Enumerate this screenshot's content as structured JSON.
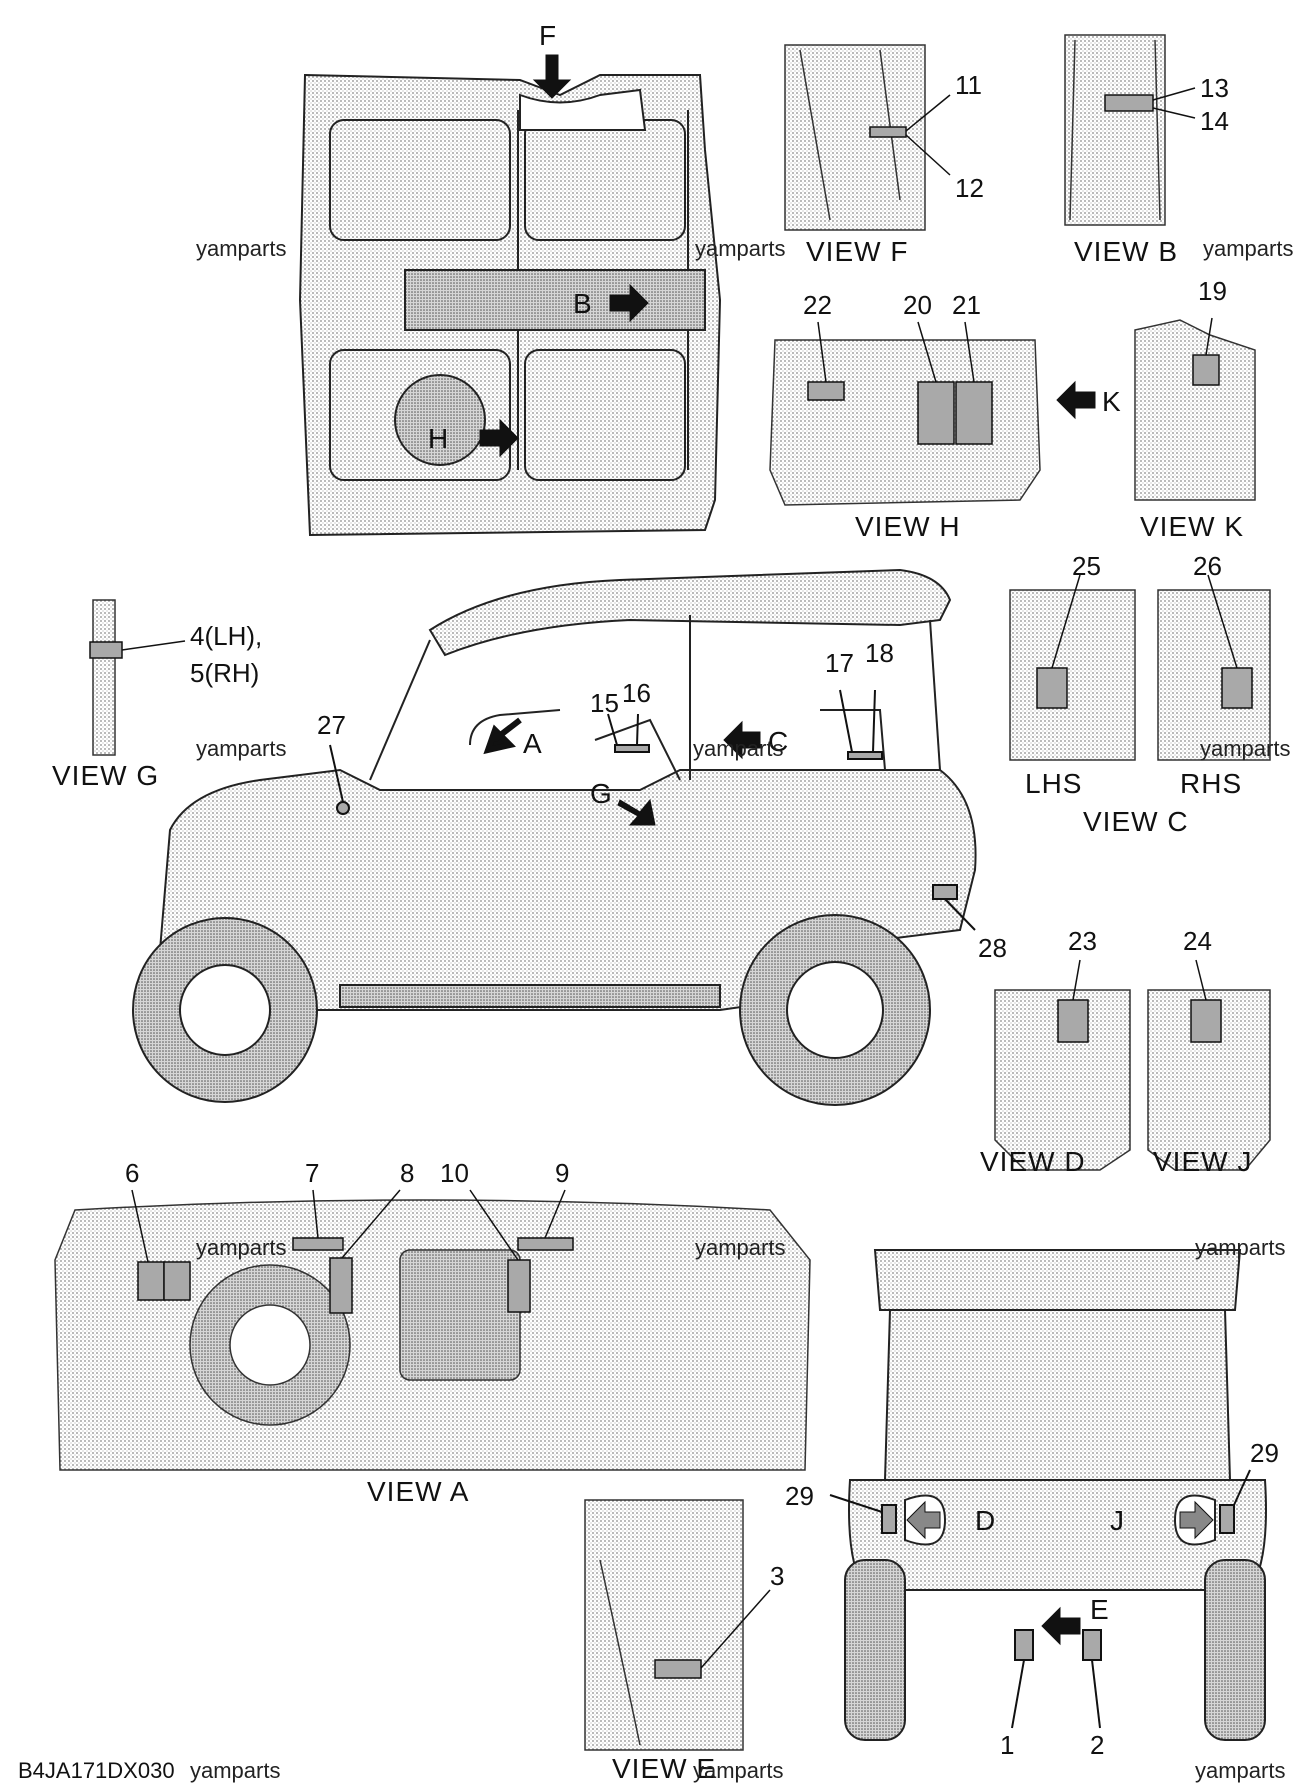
{
  "watermark": "yamparts",
  "diagram_code": "B4JA171DX030",
  "views": {
    "f": "VIEW F",
    "b": "VIEW B",
    "h": "VIEW H",
    "k": "VIEW K",
    "c": "VIEW C",
    "g": "VIEW G",
    "d": "VIEW D",
    "j": "VIEW J",
    "a": "VIEW A",
    "e": "VIEW E"
  },
  "sides": {
    "lhs": "LHS",
    "rhs": "RHS"
  },
  "arrow_letters": {
    "f": "F",
    "b": "B",
    "h": "H",
    "k": "K",
    "a": "A",
    "c": "C",
    "g": "G",
    "d": "D",
    "j": "J",
    "e": "E"
  },
  "callouts": {
    "n1": "1",
    "n2": "2",
    "n3": "3",
    "n4": "4(LH),",
    "n5": "5(RH)",
    "n6": "6",
    "n7": "7",
    "n8": "8",
    "n9": "9",
    "n10": "10",
    "n11": "11",
    "n12": "12",
    "n13": "13",
    "n14": "14",
    "n15": "15",
    "n16": "16",
    "n17": "17",
    "n18": "18",
    "n19": "19",
    "n20": "20",
    "n21": "21",
    "n22": "22",
    "n23": "23",
    "n24": "24",
    "n25": "25",
    "n26": "26",
    "n27": "27",
    "n28": "28",
    "n29a": "29",
    "n29b": "29"
  },
  "colors": {
    "line": "#111111",
    "label_fill": "#a9a9a9",
    "shade": "#e4e4e4"
  }
}
